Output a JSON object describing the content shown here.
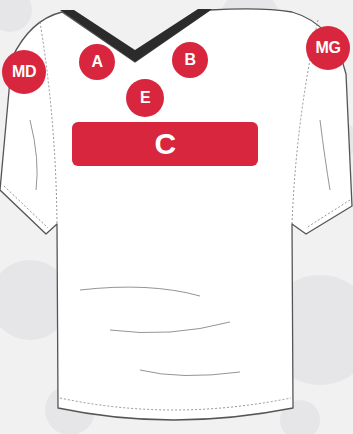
{
  "diagram": {
    "nodes": [
      {
        "text": [
          "MD"
        ]
      },
      {
        "text": [
          "A"
        ]
      },
      {
        "text": [
          "B"
        ]
      },
      {
        "text": [
          "MG"
        ]
      },
      {
        "text": [
          "E"
        ]
      },
      {
        "text": [
          "C"
        ]
      }
    ]
  }
}
